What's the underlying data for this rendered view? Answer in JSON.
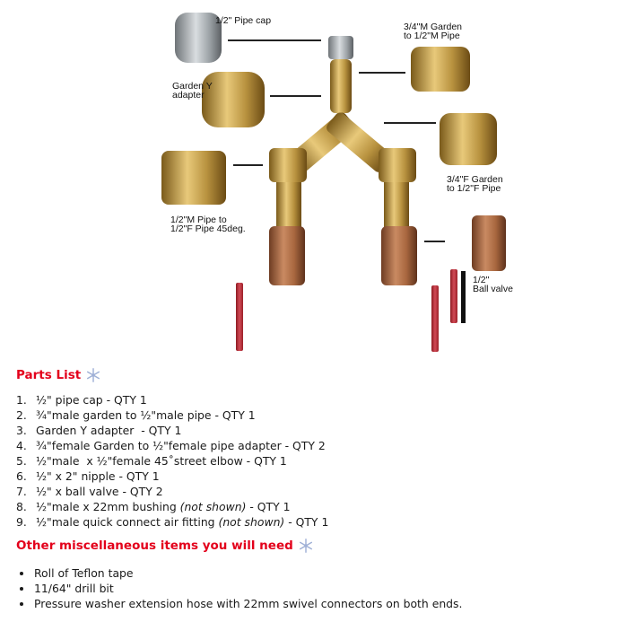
{
  "figure": {
    "labels": {
      "pipe_cap": "1/2\" Pipe cap",
      "garden_y": "Garden Y\nadapter",
      "male_garden": "3/4\"M Garden\nto 1/2\"M Pipe",
      "female_garden": "3/4\"F Garden\nto 1/2\"F Pipe",
      "elbow_45": "1/2\"M Pipe to\n1/2\"F Pipe 45deg.",
      "ball_valve": "1/2\"\nBall valve"
    }
  },
  "parts_list": {
    "heading": "Parts List",
    "icon": "snowflake-icon",
    "items": [
      {
        "num": "1.",
        "text": "½\" pipe cap - QTY 1",
        "italic": ""
      },
      {
        "num": "2.",
        "text": "¾\"male garden to ½\"male pipe - QTY 1",
        "italic": ""
      },
      {
        "num": "3.",
        "text": "Garden Y adapter  - QTY 1",
        "italic": ""
      },
      {
        "num": "4.",
        "text": "¾\"female Garden to ½\"female pipe adapter - QTY 2",
        "italic": ""
      },
      {
        "num": "5.",
        "text": "½\"male  x ½\"female 45˚street elbow - QTY 1",
        "italic": ""
      },
      {
        "num": "6.",
        "text": "½\" x 2\" nipple - QTY 1",
        "italic": ""
      },
      {
        "num": "7.",
        "text": "½\" x ball valve - QTY 2",
        "italic": ""
      },
      {
        "num": "8.",
        "text": "½\"male x 22mm bushing ",
        "italic": "(not shown)",
        "suffix": " - QTY 1"
      },
      {
        "num": "9.",
        "text": "½\"male quick connect air fitting ",
        "italic": "(not shown)",
        "suffix": " - QTY 1"
      }
    ]
  },
  "misc": {
    "heading": "Other miscellaneous items you will need",
    "icon": "snowflake-icon",
    "items": [
      "Roll of Teflon tape",
      "11/64\" drill bit",
      "Pressure washer extension hose with 22mm swivel connectors on both ends."
    ]
  },
  "colors": {
    "heading": "#e3001b",
    "snowflake": "#9fb0d6",
    "text": "#1a1a1a"
  }
}
